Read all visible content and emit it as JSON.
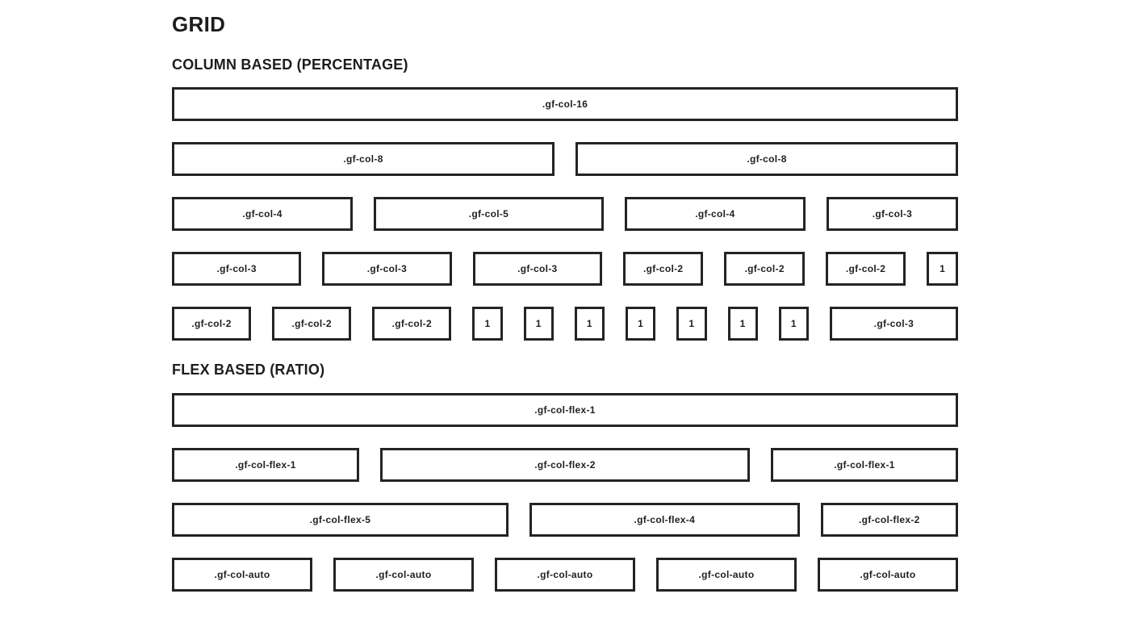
{
  "page": {
    "title": "GRID",
    "sections": [
      {
        "heading": "COLUMN BASED (PERCENTAGE)",
        "type": "column",
        "total_columns": 16,
        "rows": [
          {
            "cells": [
              {
                "label": ".gf-col-16",
                "span": 16
              }
            ]
          },
          {
            "cells": [
              {
                "label": ".gf-col-8",
                "span": 8
              },
              {
                "label": ".gf-col-8",
                "span": 8
              }
            ]
          },
          {
            "cells": [
              {
                "label": ".gf-col-4",
                "span": 4
              },
              {
                "label": ".gf-col-5",
                "span": 5
              },
              {
                "label": ".gf-col-4",
                "span": 4
              },
              {
                "label": ".gf-col-3",
                "span": 3
              }
            ]
          },
          {
            "cells": [
              {
                "label": ".gf-col-3",
                "span": 3
              },
              {
                "label": ".gf-col-3",
                "span": 3
              },
              {
                "label": ".gf-col-3",
                "span": 3
              },
              {
                "label": ".gf-col-2",
                "span": 2
              },
              {
                "label": ".gf-col-2",
                "span": 2
              },
              {
                "label": ".gf-col-2",
                "span": 2
              },
              {
                "label": "1",
                "span": 1
              }
            ]
          },
          {
            "cells": [
              {
                "label": ".gf-col-2",
                "span": 2
              },
              {
                "label": ".gf-col-2",
                "span": 2
              },
              {
                "label": ".gf-col-2",
                "span": 2
              },
              {
                "label": "1",
                "span": 1
              },
              {
                "label": "1",
                "span": 1
              },
              {
                "label": "1",
                "span": 1
              },
              {
                "label": "1",
                "span": 1
              },
              {
                "label": "1",
                "span": 1
              },
              {
                "label": "1",
                "span": 1
              },
              {
                "label": "1",
                "span": 1
              },
              {
                "label": ".gf-col-3",
                "span": 3
              }
            ]
          }
        ]
      },
      {
        "heading": "FLEX BASED (RATIO)",
        "type": "flex",
        "rows": [
          {
            "cells": [
              {
                "label": ".gf-col-flex-1",
                "ratio": 1
              }
            ]
          },
          {
            "cells": [
              {
                "label": ".gf-col-flex-1",
                "ratio": 1
              },
              {
                "label": ".gf-col-flex-2",
                "ratio": 2
              },
              {
                "label": ".gf-col-flex-1",
                "ratio": 1
              }
            ]
          },
          {
            "cells": [
              {
                "label": ".gf-col-flex-5",
                "ratio": 5
              },
              {
                "label": ".gf-col-flex-4",
                "ratio": 4
              },
              {
                "label": ".gf-col-flex-2",
                "ratio": 2
              }
            ]
          },
          {
            "cells": [
              {
                "label": ".gf-col-auto",
                "ratio": 1
              },
              {
                "label": ".gf-col-auto",
                "ratio": 1
              },
              {
                "label": ".gf-col-auto",
                "ratio": 1
              },
              {
                "label": ".gf-col-auto",
                "ratio": 1
              },
              {
                "label": ".gf-col-auto",
                "ratio": 1
              }
            ]
          }
        ]
      }
    ]
  },
  "colors": {
    "background": "#ffffff",
    "box_border": "#242424",
    "box_fill": "#ffffff",
    "text": "#1e1e1e"
  }
}
